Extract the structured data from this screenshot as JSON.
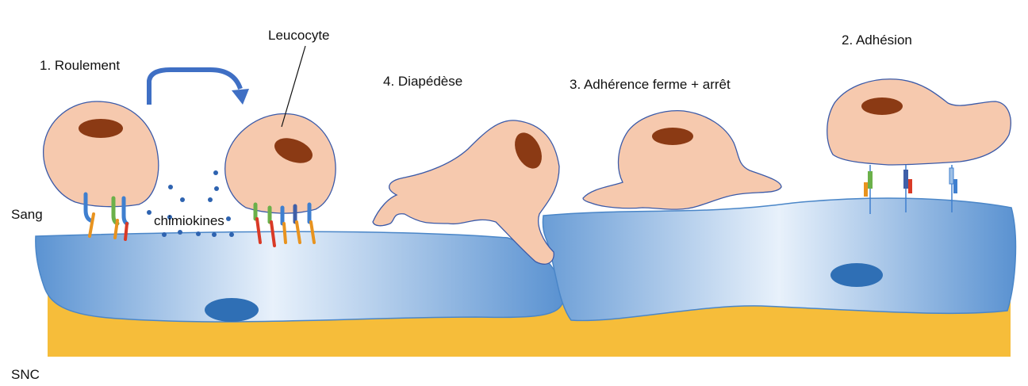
{
  "labels": {
    "roulement": "1. Roulement",
    "leucocyte": "Leucocyte",
    "diapedese": "4. Diapédèse",
    "adherence": "3. Adhérence ferme + arrêt",
    "adhesion": "2. Adhésion",
    "sang": "Sang",
    "chimiokines": "chimiokines",
    "snc": "SNC"
  },
  "colors": {
    "snc_layer": "#f6bd3a",
    "endothelium_edge": "#4a86c8",
    "endothelium_light": "#e6f0fa",
    "endothelium_mid": "#9cc1e6",
    "nucleus_endothelial": "#2f6fb5",
    "leucocyte_fill": "#f6c9ae",
    "leucocyte_edge": "#3b5aa8",
    "leucocyte_nucleus": "#8b3a14",
    "chemokine_dot": "#2e63b0",
    "arrow": "#3f6fc4",
    "receptor_blue": "#3f7fcf",
    "receptor_green": "#6bb04a",
    "receptor_orange": "#e8931f",
    "receptor_red": "#d93a26"
  },
  "icons": {
    "rolling_arrow": "curved-arrow-icon"
  }
}
